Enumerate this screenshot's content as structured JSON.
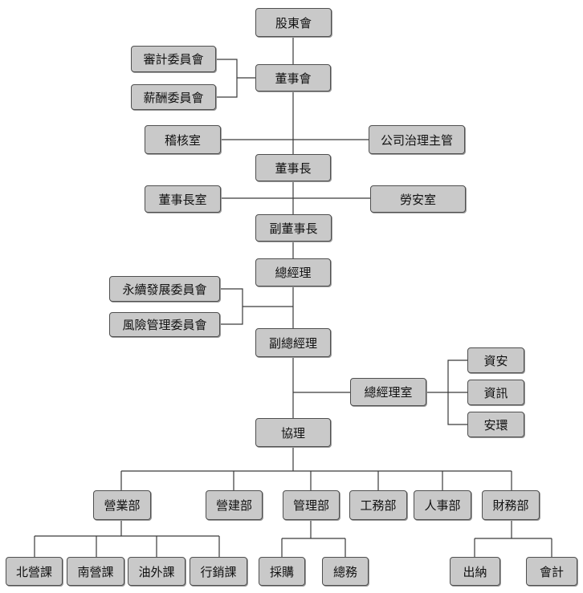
{
  "units": {
    "shareholders": "股東會",
    "audit_committee": "審計委員會",
    "compensation_committee": "薪酬委員會",
    "board": "董事會",
    "internal_audit": "稽核室",
    "governance_officer": "公司治理主管",
    "chairman": "董事長",
    "chairman_office": "董事長室",
    "labor_safety": "勞安室",
    "vice_chairman": "副董事長",
    "general_manager": "總經理",
    "sustainability_committee": "永續發展委員會",
    "risk_committee": "風險管理委員會",
    "deputy_gm": "副總經理",
    "gm_office": "總經理室",
    "info_security": "資安",
    "information": "資訊",
    "safety_env": "安環",
    "assistant_manager": "協理",
    "sales_dept": "營業部",
    "construction_dept": "營建部",
    "management_dept": "管理部",
    "engineering_dept": "工務部",
    "hr_dept": "人事部",
    "finance_dept": "財務部",
    "north_sales": "北營課",
    "south_sales": "南營課",
    "oil_external": "油外課",
    "marketing": "行銷課",
    "procurement": "採購",
    "general_affairs": "總務",
    "cashier": "出納",
    "accounting": "會計"
  },
  "colors": {
    "box_fill": "#c9c9c9",
    "box_border": "#4f4f4f",
    "connector": "#3a3a3a"
  }
}
